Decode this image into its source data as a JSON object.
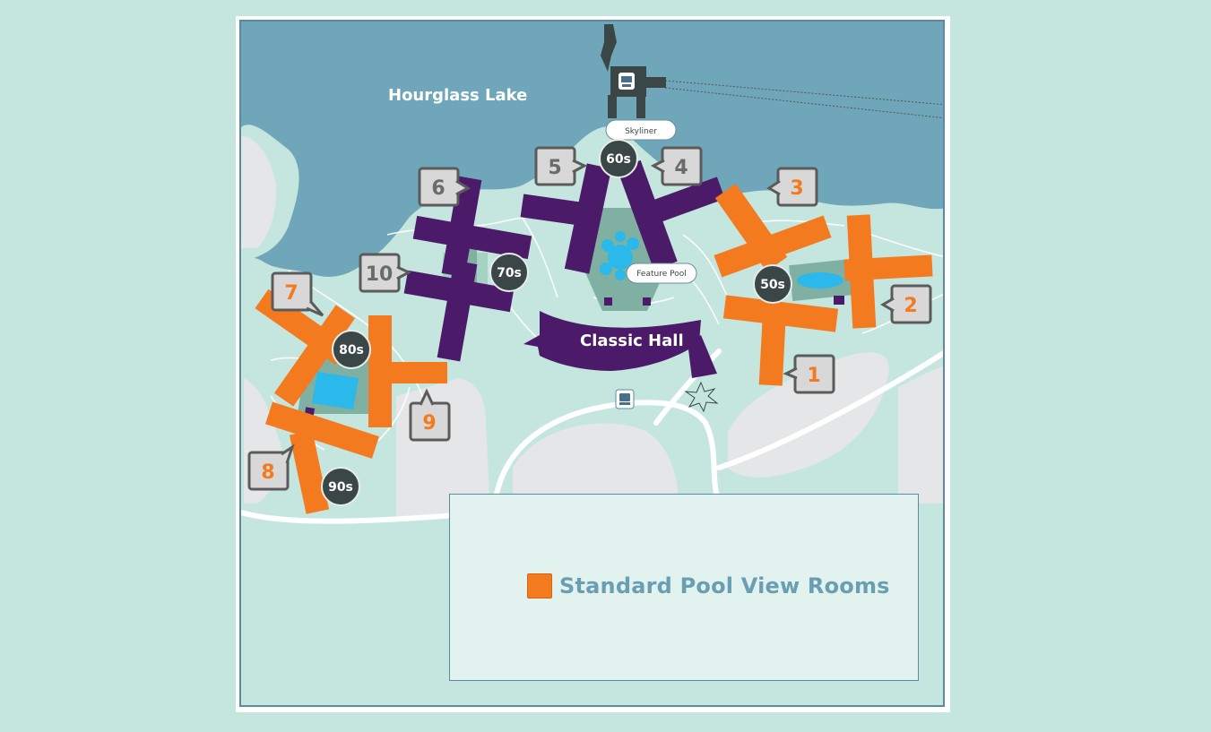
{
  "map": {
    "lake_label": "Hourglass Lake",
    "main_building_label": "Classic Hall",
    "skyliner_label": "Skyliner",
    "feature_pool_label": "Feature Pool",
    "icons": {
      "skyliner_station": "gondola-icon",
      "bus_stop": "bus-icon"
    },
    "colors": {
      "standard_pool_view": "#f47a20",
      "other_building": "#4b1a68",
      "water": "#6fa6b9",
      "grounds": "#c5e6de",
      "pool": "#2bb8ea",
      "decade_badge": "#3b4647"
    },
    "buildings": [
      {
        "number": "1",
        "highlighted": true
      },
      {
        "number": "2",
        "highlighted": true
      },
      {
        "number": "3",
        "highlighted": true
      },
      {
        "number": "4",
        "highlighted": false
      },
      {
        "number": "5",
        "highlighted": false
      },
      {
        "number": "6",
        "highlighted": false
      },
      {
        "number": "7",
        "highlighted": true
      },
      {
        "number": "8",
        "highlighted": true
      },
      {
        "number": "9",
        "highlighted": true
      },
      {
        "number": "10",
        "highlighted": false
      }
    ],
    "decades": [
      "50s",
      "60s",
      "70s",
      "80s",
      "90s"
    ]
  },
  "legend": {
    "label": "Standard Pool View Rooms",
    "swatch_color": "#f47a20"
  }
}
